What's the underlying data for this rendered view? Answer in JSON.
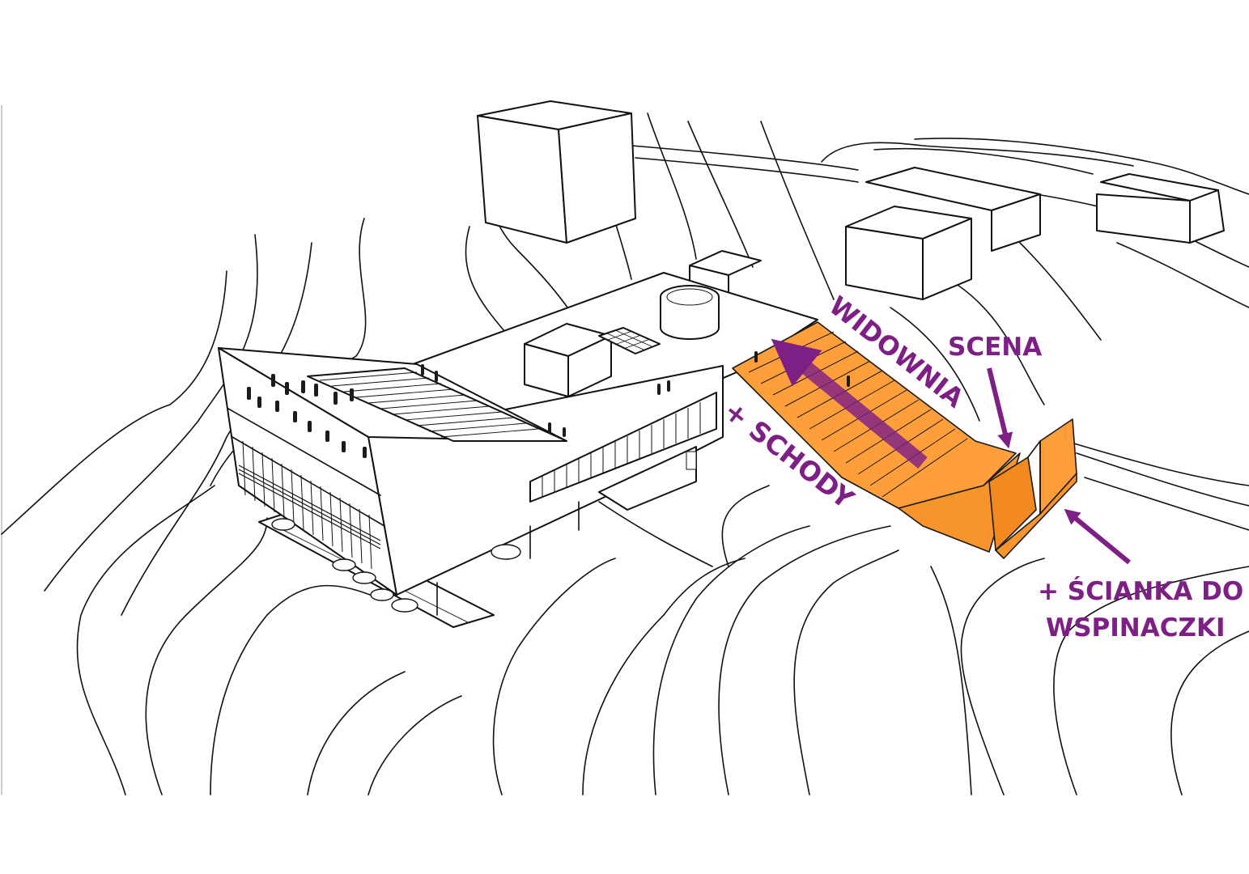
{
  "colors": {
    "accent": "#7e1f86",
    "highlight": "#ff9f3b",
    "highlight_dark": "#f28a1f",
    "line": "#111111",
    "background": "#ffffff"
  },
  "labels": {
    "widownia": "WIDOWNIA",
    "scena": "SCENA",
    "schody": "+ SCHODY",
    "scianka_line1": "+ ŚCIANKA DO",
    "scianka_line2": "WSPINACZKI"
  },
  "icons": [
    "arrow-icon",
    "person-icon",
    "car-icon"
  ]
}
